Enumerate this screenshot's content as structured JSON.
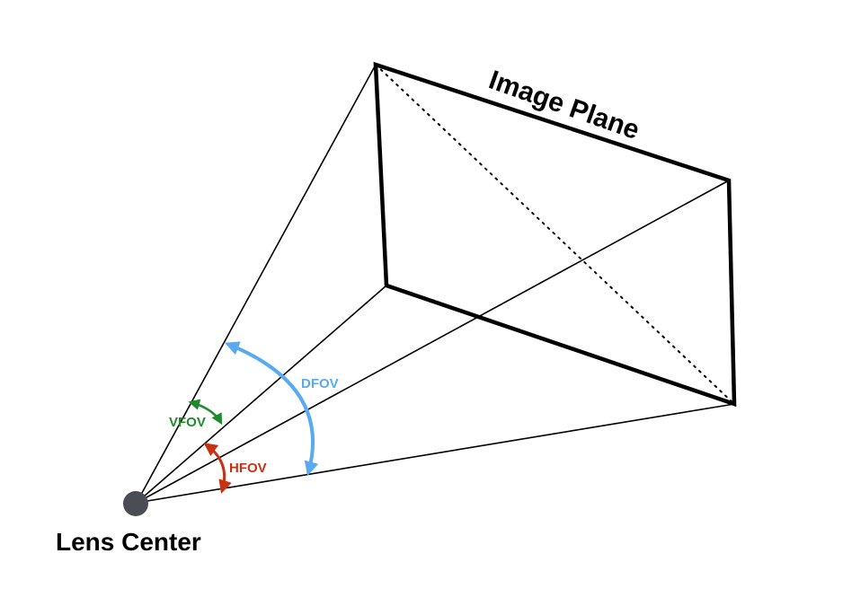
{
  "diagram": {
    "image_plane_label": "Image Plane",
    "lens_center_label": "Lens Center",
    "angles": [
      {
        "id": "vfov",
        "label": "VFOV",
        "color": "#1e8a2e"
      },
      {
        "id": "hfov",
        "label": "HFOV",
        "color": "#c83214"
      },
      {
        "id": "dfov",
        "label": "DFOV",
        "color": "#5aaaf0"
      }
    ],
    "colors": {
      "lines": "#000000",
      "lens_point": "#4a4e54"
    }
  }
}
